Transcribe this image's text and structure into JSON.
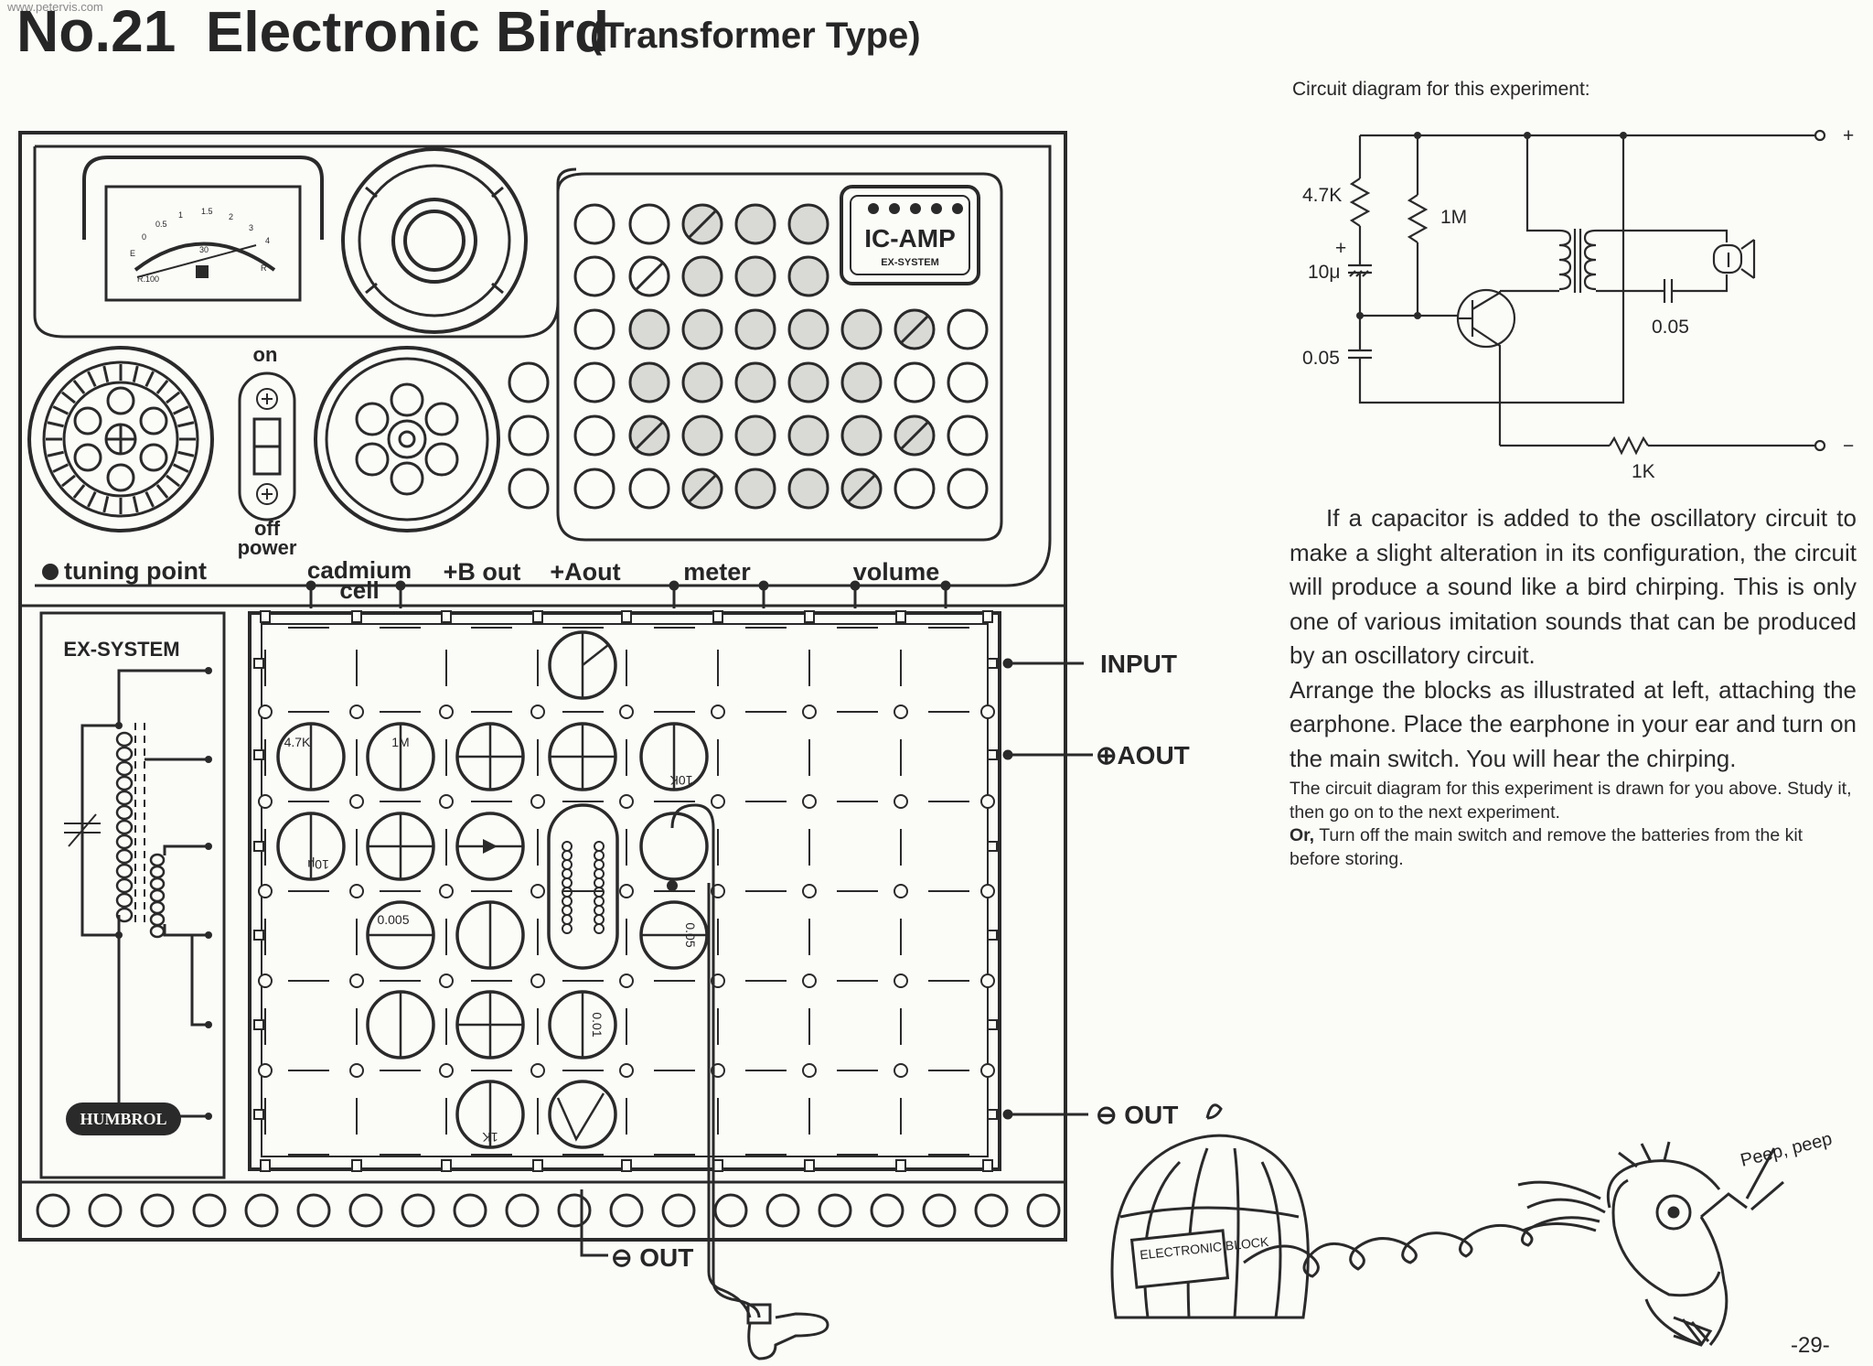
{
  "watermark": "www.petervis.com",
  "header": {
    "number": "No.21",
    "title": "Electronic Bird",
    "subtitle": "(Transformer Type)"
  },
  "circuit": {
    "heading": "Circuit diagram for this experiment:",
    "plus": "+",
    "minus": "−",
    "r1": "4.7K",
    "r2": "1M",
    "c1": "10μ",
    "c1_plus": "+",
    "c2": "0.05",
    "c3": "0.05",
    "r3": "1K"
  },
  "text": {
    "para1": "If a capacitor is added to the oscillatory circuit to make a slight alteration in its configuration, the circuit will produce a sound like a bird chirping. This is only one of various imitation sounds that can be produced by an oscillatory circuit.",
    "para2": "Arrange the blocks as illustrated at left, attaching the earphone. Place the earphone in your ear and turn on the main switch. You will hear the chirping.",
    "para3": "The circuit diagram for this experiment is drawn for you above. Study it, then go on to the next experiment.",
    "para4_lead": "Or,",
    "para4": "Turn off the main switch and remove the batteries from the kit before storing."
  },
  "kit": {
    "switch_on": "on",
    "switch_off": "off",
    "power": "power",
    "tuning_point": "tuning point",
    "cadmium": "cadmium",
    "cell": "cell",
    "bout": "+B out",
    "aout": "+Aout",
    "meter": "meter",
    "volume": "volume",
    "ex_system": "EX-SYSTEM",
    "ic_amp": "IC-AMP",
    "ic_amp_sub": "EX-SYSTEM",
    "brand": "HUMBROL",
    "input": "INPUT",
    "aout_right": "⊕AOUT",
    "out_right": "⊖ OUT",
    "out_bottom": "⊖ OUT",
    "meter_scale": [
      "E",
      "0",
      "0.5",
      "1",
      "1.5",
      "2",
      "3",
      "4",
      "R.100",
      "30",
      "R"
    ]
  },
  "blocks": {
    "r47k": "4.7K",
    "r1m": "1M",
    "r10k": "10K",
    "c10u": "10μ",
    "c005a": "0.005",
    "c005b": "0.05",
    "c001": "0.01",
    "r1k": "1K"
  },
  "cartoon": {
    "block_label": "ELECTRONIC BLOCK",
    "speech": "Peep, peep"
  },
  "page_number": "-29-"
}
